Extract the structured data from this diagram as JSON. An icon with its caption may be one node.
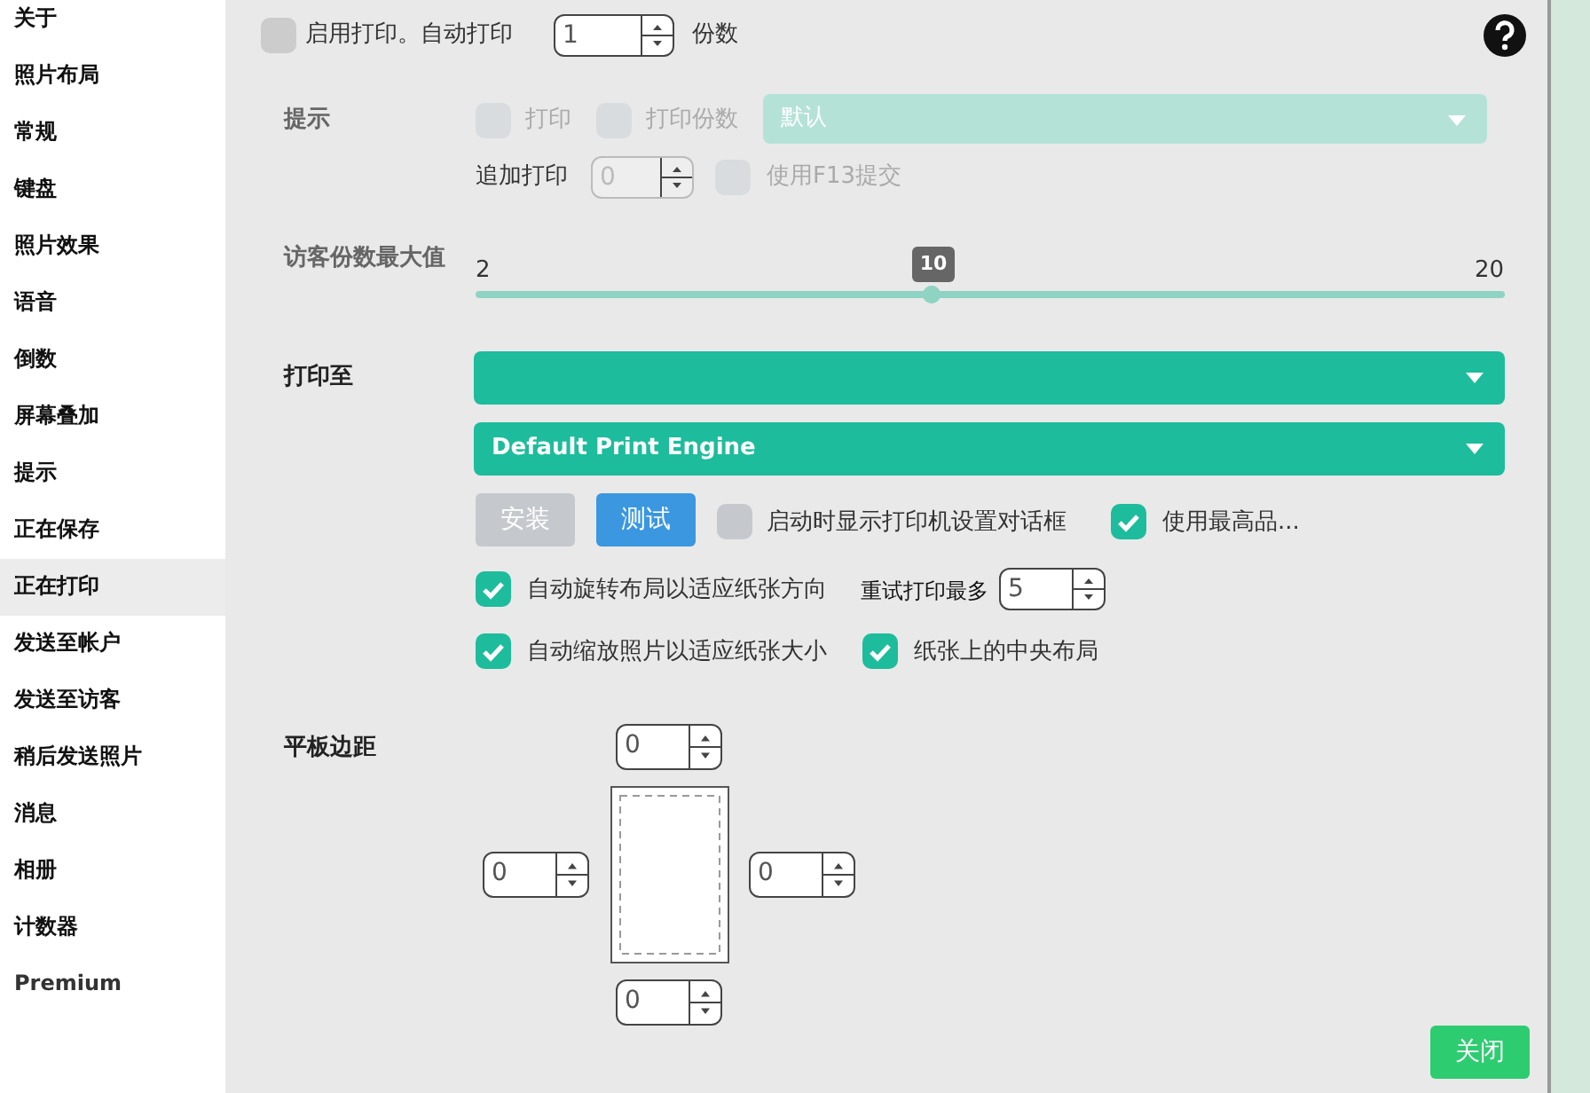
{
  "diagram": {
    "labels": [
      "关于",
      "照片布局",
      "常规",
      "键盘",
      "照片效果",
      "语音",
      "倒数",
      "屏幕叠加",
      "提示",
      "正在保存",
      "正在打印",
      "发送至帐户",
      "发送至访客",
      "稍后发送照片",
      "消息",
      "相册",
      "计数器",
      "Premium",
      "启用打印。自动打印",
      "1",
      "份数",
      "提示",
      "打印",
      "打印份数",
      "默认",
      "追加打印",
      "0",
      "使用F13提交",
      "访客份数最大值",
      "2",
      "10",
      "20",
      "打印至",
      "Default Print Engine",
      "安装",
      "测试",
      "启动时显示打印机设置对话框",
      "使用最高品...",
      "自动旋转布局以适应纸张方向",
      "重试打印最多",
      "5",
      "自动缩放照片以适应纸张大小",
      "纸张上的中央布局",
      "平板边距",
      "0",
      "0",
      "0",
      "0",
      "关闭"
    ]
  }
}
